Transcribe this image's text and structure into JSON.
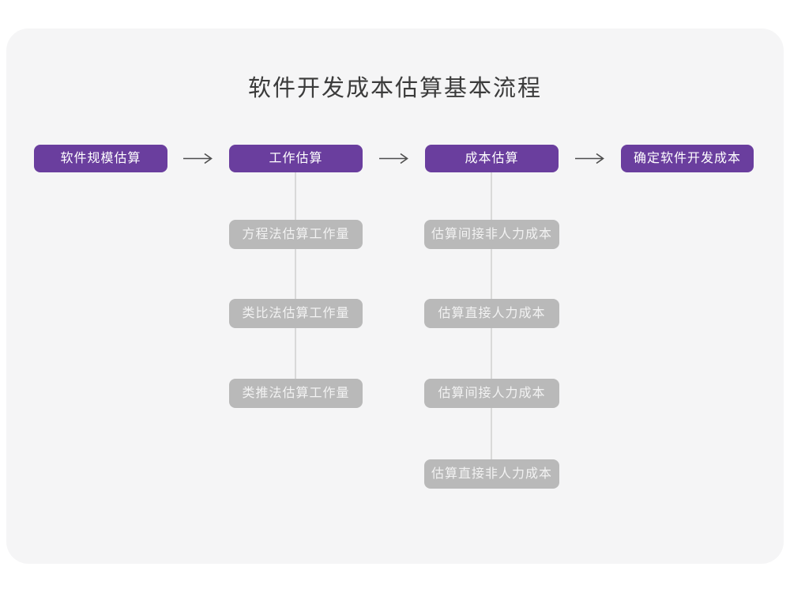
{
  "title": "软件开发成本估算基本流程",
  "colors": {
    "page_background": "#ffffff",
    "card_background": "#f5f5f6",
    "primary_node": "#6a3e9e",
    "primary_node_text": "#ffffff",
    "sub_node": "#b9b9b9",
    "sub_node_text": "#f2f2f2",
    "connector_line": "#d9d9d9",
    "arrow": "#4d4d4d",
    "title_text": "#3b3b3b"
  },
  "flow": {
    "steps": [
      "软件规模估算",
      "工作估算",
      "成本估算",
      "确定软件开发成本"
    ],
    "work_methods": [
      "方程法估算工作量",
      "类比法估算工作量",
      "类推法估算工作量"
    ],
    "cost_methods": [
      "估算间接非人力成本",
      "估算直接人力成本",
      "估算间接人力成本",
      "估算直接非人力成本"
    ]
  },
  "icons": {
    "arrow_right": "arrow-right-icon"
  }
}
